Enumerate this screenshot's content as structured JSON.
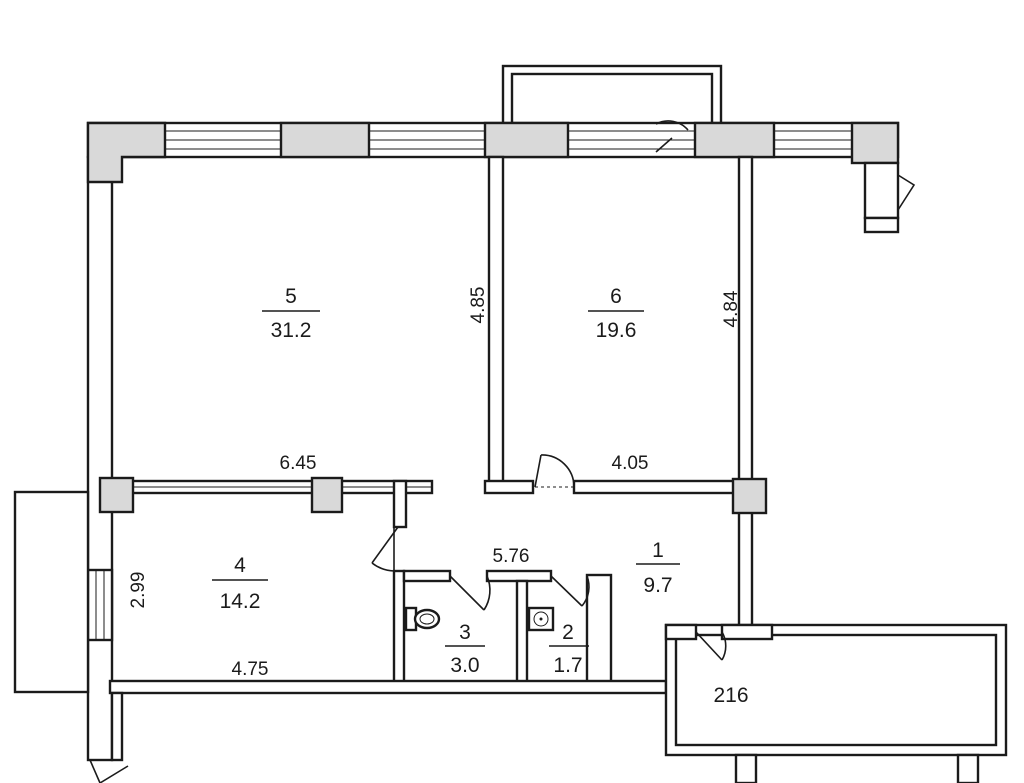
{
  "rooms": [
    {
      "number": "5",
      "area": "31.2"
    },
    {
      "number": "6",
      "area": "19.6"
    },
    {
      "number": "4",
      "area": "14.2"
    },
    {
      "number": "1",
      "area": "9.7"
    },
    {
      "number": "3",
      "area": "3.0"
    },
    {
      "number": "2",
      "area": "1.7"
    }
  ],
  "dimensions": {
    "room5_height": "4.85",
    "room6_height": "4.84",
    "room5_width": "6.45",
    "room6_width": "4.05",
    "hall_width": "5.76",
    "room4_height": "2.99",
    "room4_width": "4.75"
  },
  "annotations": {
    "external": "216"
  },
  "colors": {
    "wall_fill": "#ffffff",
    "pillar_fill": "#d9d9d9",
    "line": "#1b1b1b"
  },
  "icons": [
    "toilet-icon",
    "sink-icon"
  ]
}
